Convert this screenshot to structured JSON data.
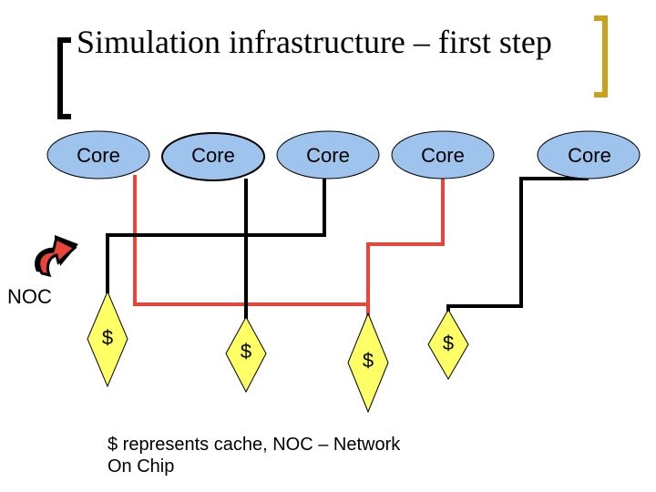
{
  "slide": {
    "title": "Simulation infrastructure – first step",
    "legend": "$ represents cache, NOC – Network On Chip"
  },
  "cores": [
    {
      "label": "Core"
    },
    {
      "label": "Core"
    },
    {
      "label": "Core"
    },
    {
      "label": "Core"
    },
    {
      "label": "Core"
    }
  ],
  "caches": [
    {
      "label": "$"
    },
    {
      "label": "$"
    },
    {
      "label": "$"
    },
    {
      "label": "$"
    }
  ],
  "noc": {
    "label": "NOC",
    "icon": "curved-arrow-icon"
  },
  "colors": {
    "core_fill": "#9ec3ec",
    "cache_fill": "#ffff66",
    "bracket": "#c9a21c",
    "wire_red": "#e8443a",
    "wire_black": "#000000",
    "arrow_fill": "#e8443a"
  }
}
